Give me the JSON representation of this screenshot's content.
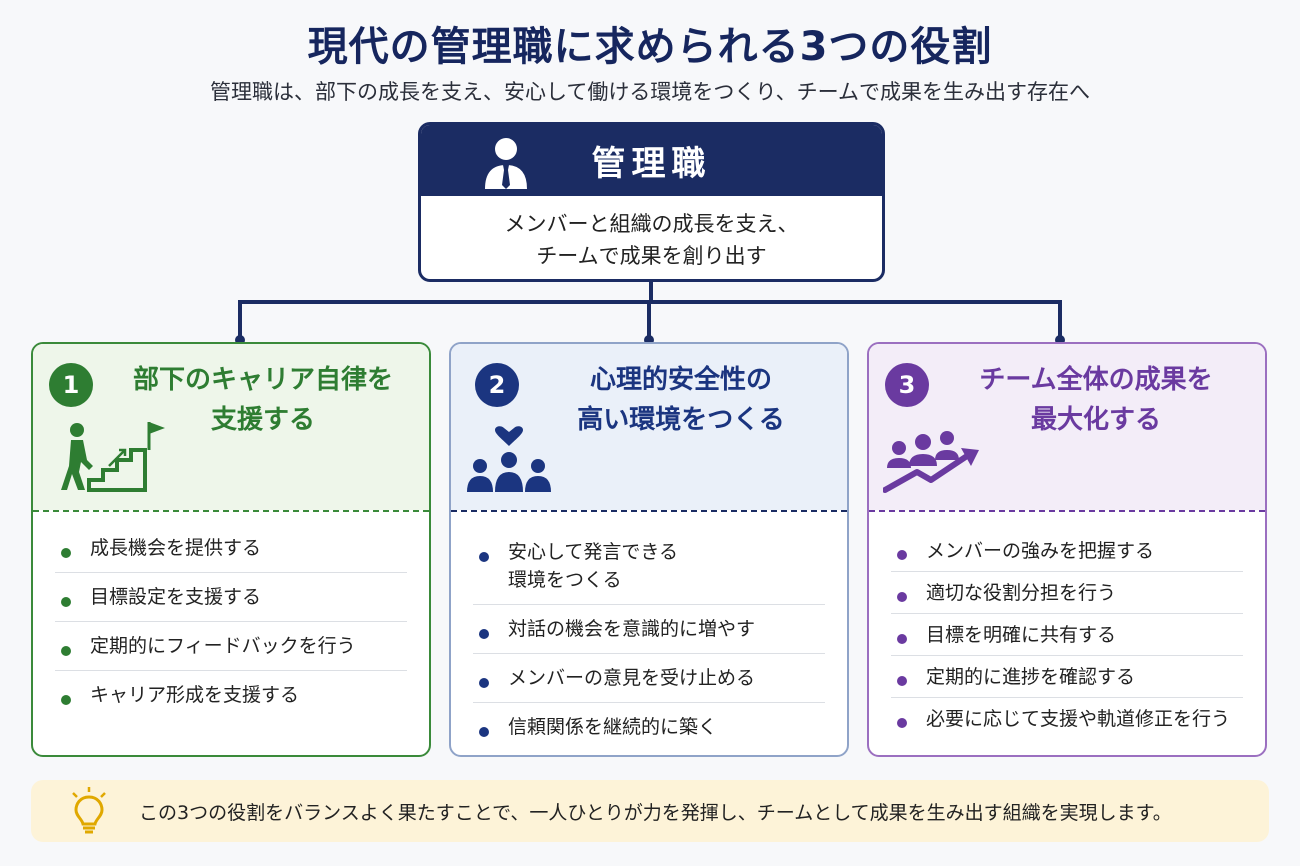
{
  "header": {
    "title": "現代の管理職に求められる3つの役割",
    "subtitle": "管理職は、部下の成長を支え、安心して働ける環境をつくり、チームで成果を生み出す存在へ"
  },
  "manager": {
    "icon": "businessperson-icon",
    "title": "管理職",
    "description_lines": [
      "メンバーと組織の成長を支え、",
      "チームで成果を創り出す"
    ]
  },
  "roles": [
    {
      "number": "1",
      "title_lines": [
        "部下のキャリア自律を",
        "支援する"
      ],
      "icon": "climbing-stairs-flag-icon",
      "color": "#2e7d32",
      "items": [
        "成長機会を提供する",
        "目標設定を支援する",
        "定期的にフィードバックを行う",
        "キャリア形成を支援する"
      ]
    },
    {
      "number": "2",
      "title_lines": [
        "心理的安全性の",
        "高い環境をつくる"
      ],
      "icon": "team-heart-icon",
      "color": "#1b3580",
      "items": [
        "安心して発言できる\n環境をつくる",
        "対話の機会を意識的に増やす",
        "メンバーの意見を受け止める",
        "信頼関係を継続的に築く"
      ]
    },
    {
      "number": "3",
      "title_lines": [
        "チーム全体の成果を",
        "最大化する"
      ],
      "icon": "team-growth-arrow-icon",
      "color": "#6a3aa0",
      "items": [
        "メンバーの強みを把握する",
        "適切な役割分担を行う",
        "目標を明確に共有する",
        "定期的に進捗を確認する",
        "必要に応じて支援や軌道修正を行う"
      ]
    }
  ],
  "footer": {
    "icon": "lightbulb-icon",
    "text": "この3つの役割をバランスよく果たすことで、一人ひとりが力を発揮し、チームとして成果を生み出す組織を実現します。"
  }
}
